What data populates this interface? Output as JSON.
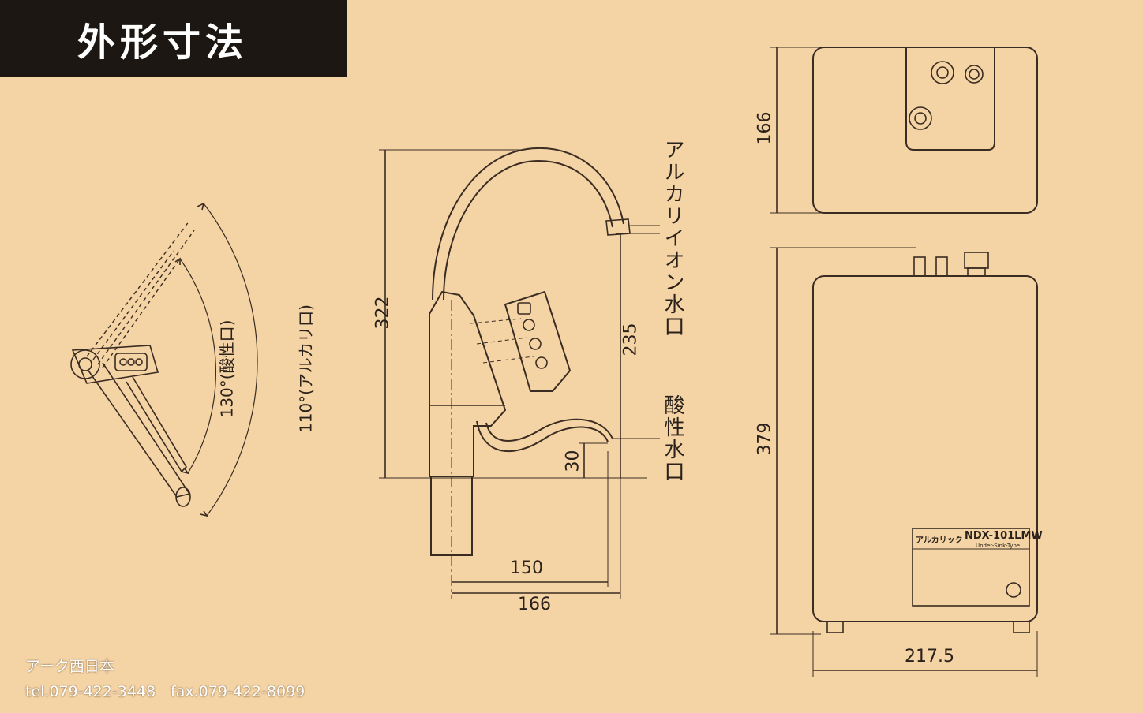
{
  "title": "外形寸法",
  "labels": {
    "alkaline_outlet": "アルカリイオン水口",
    "acid_outlet": "酸性水口",
    "angle_acid": "130°(酸性口)",
    "angle_alkaline": "110°(アルカリ口)"
  },
  "dimensions": {
    "faucet_height": "322",
    "spout_height": "235",
    "acid_height": "30",
    "reach_inner": "150",
    "reach_outer": "166",
    "unit_top_depth": "166",
    "unit_height": "379",
    "unit_width": "217.5"
  },
  "product_label": {
    "brand": "アルカリック",
    "model": "NDX-101LMW",
    "type": "Under-Sink-Type"
  },
  "footer": {
    "company": "アーク西日本",
    "contact": "tel.079-422-3448　fax.079-422-8099"
  }
}
